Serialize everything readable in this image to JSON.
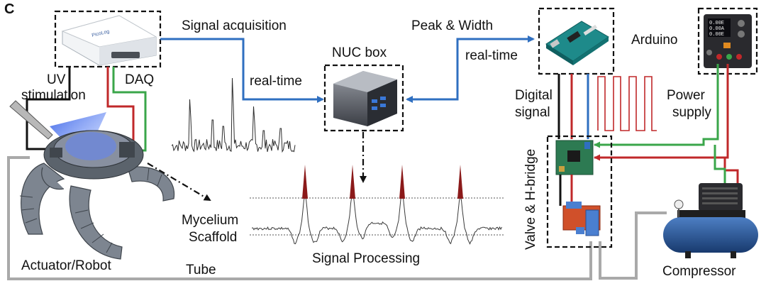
{
  "panel_letter": "C",
  "labels": {
    "signal_acquisition": "Signal acquisition",
    "peak_width": "Peak & Width",
    "nuc_box": "NUC box",
    "arduino": "Arduino",
    "realtime_left": "real-time",
    "realtime_right": "real-time",
    "uv_stimulation_1": "UV",
    "uv_stimulation_2": "stimulation",
    "daq": "DAQ",
    "digital_signal_1": "Digital",
    "digital_signal_2": "signal",
    "power_supply_1": "Power",
    "power_supply_2": "supply",
    "valve_hbridge": "Valve & H-bridge",
    "mycelium_1": "Mycelium",
    "mycelium_2": "Scaffold",
    "signal_processing": "Signal Processing",
    "actuator_robot": "Actuator/Robot",
    "tube": "Tube",
    "compressor": "Compressor"
  },
  "device_text": {
    "daq_brand": "PicoLog",
    "psu_readout_1": "0.00E",
    "psu_readout_2": "0.00A",
    "psu_readout_3": "0.00E"
  },
  "colors": {
    "signal_blue": "#2f6fc0",
    "wire_red": "#c0282a",
    "wire_green": "#3aa64a",
    "tube_gray": "#a9a9a9",
    "peak_fill": "#8b1a1a",
    "compressor_blue": "#1f4e8c"
  }
}
